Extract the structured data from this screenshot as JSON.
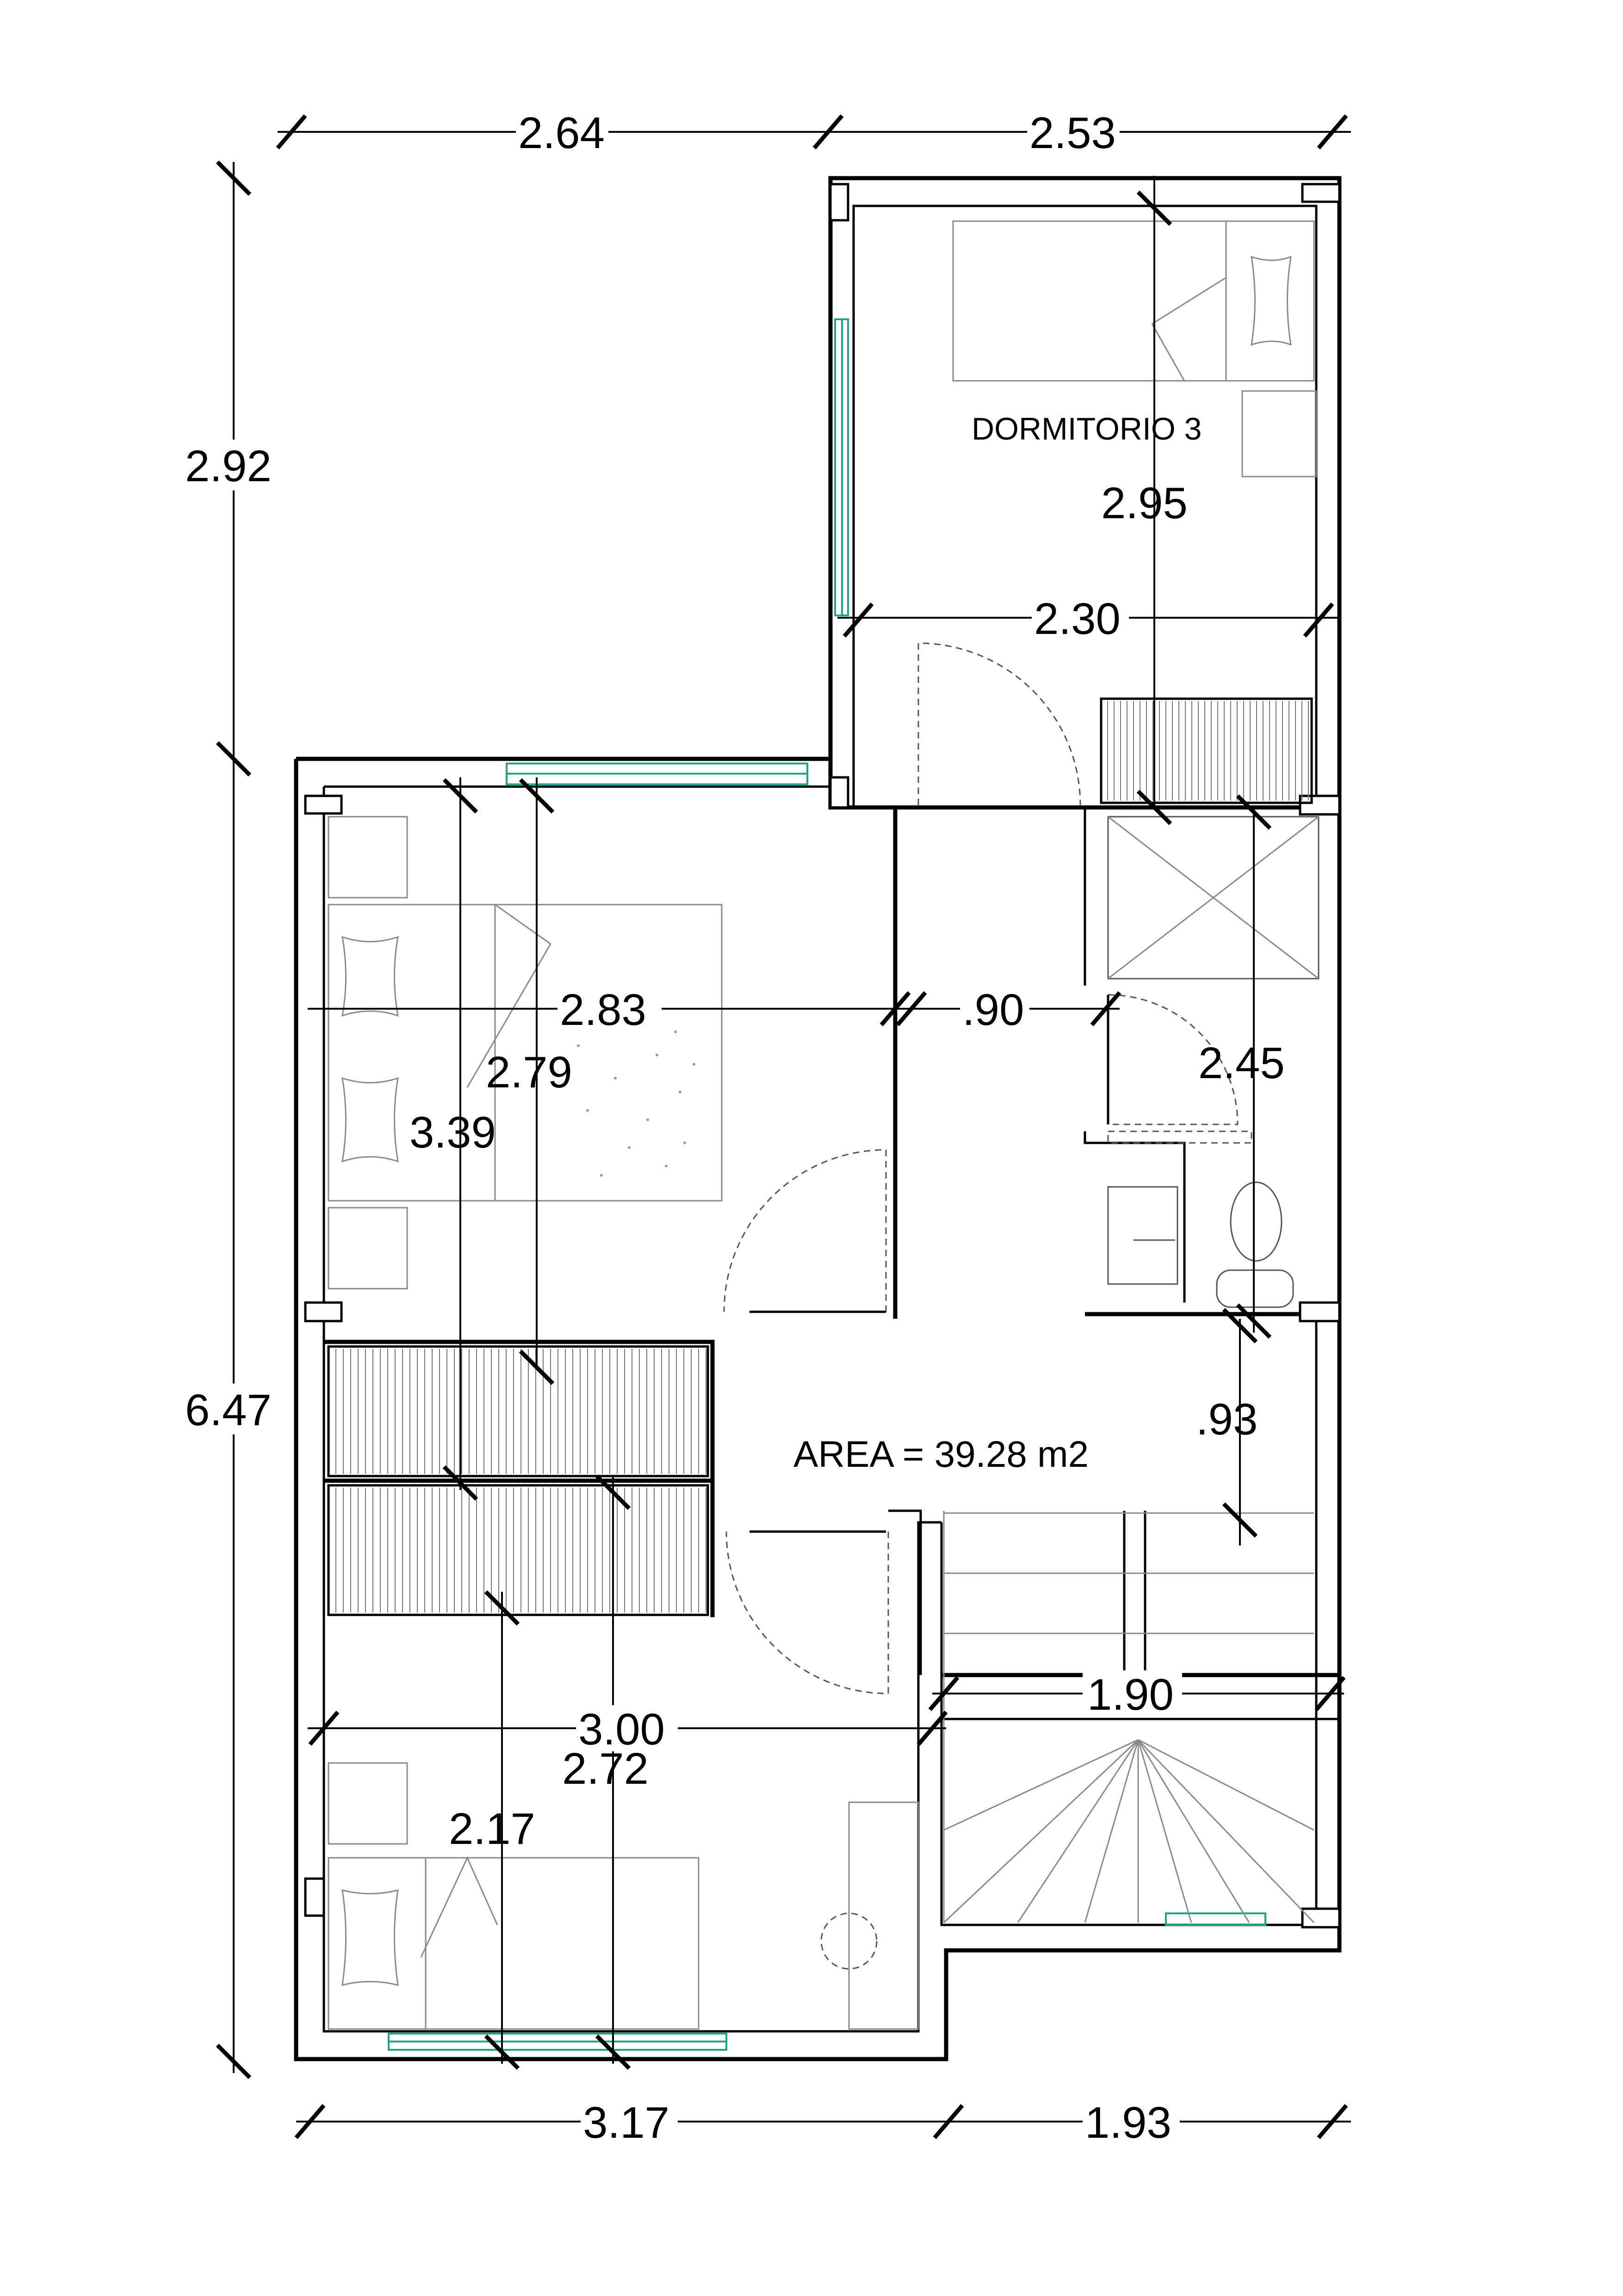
{
  "plan": {
    "room_label": "DORMITORIO 3",
    "area_label": "AREA = 39.28 m2",
    "colors": {
      "window": "#1aa58c",
      "walls": "#000000",
      "furniture": "#8a8a8a"
    }
  },
  "dims": {
    "top_left": "2.64",
    "top_right": "2.53",
    "left_upper": "2.92",
    "left_total": "6.47",
    "dorm3_vertical": "2.95",
    "dorm3_width": "2.30",
    "bed1_width": "2.83",
    "hall_width": ".90",
    "bed1_depth_a": "2.79",
    "bed1_depth_b": "3.39",
    "bath_depth": "2.45",
    "hall_gap": ".93",
    "stair_width": "1.90",
    "bed2_width": "3.00",
    "bed2_depth_a": "2.72",
    "bed2_depth_b": "2.17",
    "bottom_left": "3.17",
    "bottom_right": "1.93"
  }
}
